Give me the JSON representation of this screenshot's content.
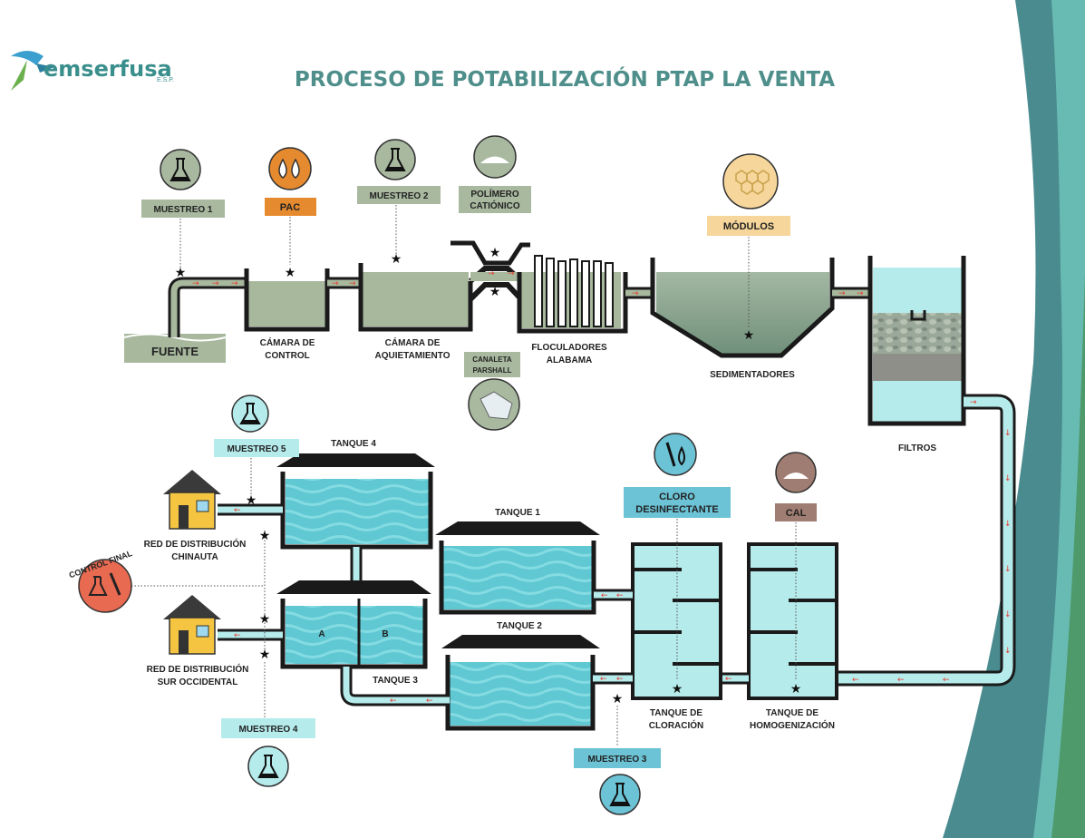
{
  "header": {
    "title": "PROCESO DE POTABILIZACIÓN PTAP LA VENTA",
    "logo_text": "emserfusa",
    "logo_suffix": "E.S.P."
  },
  "colors": {
    "raw_water": "#a7b89d",
    "treated_water": "#b6ebec",
    "tank_water": "#5fc8d3",
    "dark": "#1a1a1a",
    "title": "#4f8f8b",
    "pac": "#e58a2f",
    "polymer_tag": "#a9b9a0",
    "modules_tag": "#f6d69a",
    "cloro_tag": "#6cc3d6",
    "cal_tag": "#a07d72",
    "control_final": "#e86a51",
    "teal_deco": "#4a8b8f",
    "green_deco": "#4f9a6a"
  },
  "tags": {
    "muestreo1": "MUESTREO 1",
    "pac": "PAC",
    "muestreo2": "MUESTREO 2",
    "polimero_1": "POLÍMERO",
    "polimero_2": "CATIÓNICO",
    "modulos": "MÓDULOS",
    "canaleta_1": "CANALETA",
    "canaleta_2": "PARSHALL",
    "muestreo5": "MUESTREO 5",
    "muestreo4": "MUESTREO 4",
    "muestreo3": "MUESTREO 3",
    "cloro_1": "CLORO",
    "cloro_2": "DESINFECTANTE",
    "cal": "CAL",
    "control_final": "CONTROL FINAL"
  },
  "labels": {
    "fuente": "FUENTE",
    "camara_control_1": "CÁMARA DE",
    "camara_control_2": "CONTROL",
    "camara_aquiet_1": "CÁMARA DE",
    "camara_aquiet_2": "AQUIETAMIENTO",
    "floc_1": "FLOCULADORES",
    "floc_2": "ALABAMA",
    "sedimentadores": "SEDIMENTADORES",
    "filtros": "FILTROS",
    "tanque4": "TANQUE 4",
    "tanque1": "TANQUE 1",
    "tanque2": "TANQUE 2",
    "tanque3": "TANQUE 3",
    "tank_a": "A",
    "tank_b": "B",
    "red_chin_1": "RED DE DISTRIBUCIÓN",
    "red_chin_2": "CHINAUTA",
    "red_sur_1": "RED DE DISTRIBUCIÓN",
    "red_sur_2": "SUR OCCIDENTAL",
    "clor_1": "TANQUE DE",
    "clor_2": "CLORACIÓN",
    "homog_1": "TANQUE DE",
    "homog_2": "HOMOGENIZACIÓN"
  },
  "icons": [
    "flask-icon",
    "drops-icon",
    "powder-icon",
    "honeycomb-icon",
    "parshall-icon",
    "test-tube-icon",
    "house-icon",
    "lab-icon",
    "star-icon"
  ]
}
